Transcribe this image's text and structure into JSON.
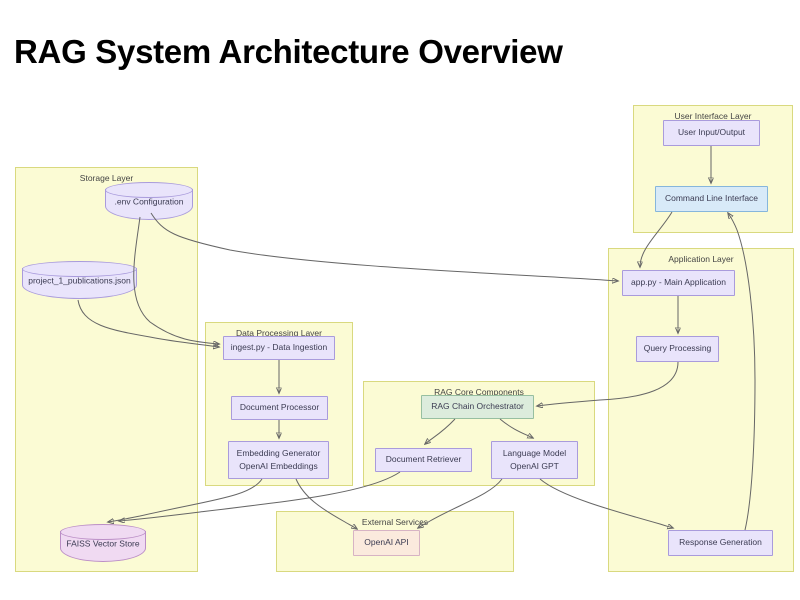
{
  "title": "RAG System Architecture Overview",
  "diagram": {
    "type": "architecture-flowchart",
    "layers": [
      {
        "id": "user-interface-layer",
        "label": "User Interface Layer",
        "nodes": [
          {
            "id": "user-input-output",
            "label": "User Input/Output",
            "style": "purple"
          },
          {
            "id": "command-line-interface",
            "label": "Command Line Interface",
            "style": "blue"
          }
        ]
      },
      {
        "id": "storage-layer",
        "label": "Storage Layer",
        "nodes": [
          {
            "id": "env-configuration",
            "label": ".env Configuration",
            "style": "cylinder-purple"
          },
          {
            "id": "project-publications-json",
            "label": "project_1_publications.json",
            "style": "cylinder-purple"
          },
          {
            "id": "faiss-vector-store",
            "label": "FAISS Vector Store",
            "style": "cylinder-pink"
          }
        ]
      },
      {
        "id": "application-layer",
        "label": "Application Layer",
        "nodes": [
          {
            "id": "app-main-application",
            "label": "app.py - Main Application",
            "style": "purple"
          },
          {
            "id": "query-processing",
            "label": "Query Processing",
            "style": "purple"
          },
          {
            "id": "response-generation",
            "label": "Response Generation",
            "style": "purple"
          }
        ]
      },
      {
        "id": "data-processing-layer",
        "label": "Data Processing Layer",
        "nodes": [
          {
            "id": "ingest-data-ingestion",
            "label": "ingest.py - Data Ingestion",
            "style": "purple"
          },
          {
            "id": "document-processor",
            "label": "Document Processor",
            "style": "purple"
          },
          {
            "id": "embedding-generator",
            "label_line1": "Embedding Generator",
            "label_line2": "OpenAI Embeddings",
            "style": "purple"
          }
        ]
      },
      {
        "id": "rag-core-components",
        "label": "RAG Core Components",
        "nodes": [
          {
            "id": "rag-chain-orchestrator",
            "label": "RAG Chain Orchestrator",
            "style": "green"
          },
          {
            "id": "document-retriever",
            "label": "Document Retriever",
            "style": "purple"
          },
          {
            "id": "language-model",
            "label_line1": "Language Model",
            "label_line2": "OpenAI GPT",
            "style": "purple"
          }
        ]
      },
      {
        "id": "external-services",
        "label": "External Services",
        "nodes": [
          {
            "id": "openai-api",
            "label": "OpenAI API",
            "style": "peach"
          }
        ]
      }
    ],
    "edges": [
      {
        "from": "user-input-output",
        "to": "command-line-interface"
      },
      {
        "from": "command-line-interface",
        "to": "app-main-application"
      },
      {
        "from": "env-configuration",
        "to": "app-main-application"
      },
      {
        "from": "env-configuration",
        "to": "ingest-data-ingestion"
      },
      {
        "from": "project-publications-json",
        "to": "ingest-data-ingestion"
      },
      {
        "from": "ingest-data-ingestion",
        "to": "document-processor"
      },
      {
        "from": "document-processor",
        "to": "embedding-generator"
      },
      {
        "from": "embedding-generator",
        "to": "faiss-vector-store"
      },
      {
        "from": "embedding-generator",
        "to": "openai-api"
      },
      {
        "from": "app-main-application",
        "to": "query-processing"
      },
      {
        "from": "query-processing",
        "to": "rag-chain-orchestrator"
      },
      {
        "from": "rag-chain-orchestrator",
        "to": "document-retriever"
      },
      {
        "from": "rag-chain-orchestrator",
        "to": "language-model"
      },
      {
        "from": "document-retriever",
        "to": "faiss-vector-store"
      },
      {
        "from": "language-model",
        "to": "openai-api"
      },
      {
        "from": "language-model",
        "to": "response-generation"
      },
      {
        "from": "response-generation",
        "to": "command-line-interface"
      }
    ]
  },
  "colors": {
    "layer_fill": "#fbfbd4",
    "layer_border": "#d9d97f",
    "node_purple_fill": "#e9e4fb",
    "node_purple_border": "#a99bdc",
    "node_blue_fill": "#d8eaf8",
    "node_blue_border": "#86b6dc",
    "node_green_fill": "#dcecdc",
    "node_green_border": "#97bfa0",
    "node_peach_fill": "#fbeadd",
    "node_peach_border": "#d7b3c4",
    "cylinder_pink_fill": "#f0daf2",
    "cylinder_pink_border": "#bb8ec6",
    "edge_stroke": "#666666",
    "text": "#3b3b52",
    "title_text": "#000000",
    "background": "#ffffff"
  }
}
